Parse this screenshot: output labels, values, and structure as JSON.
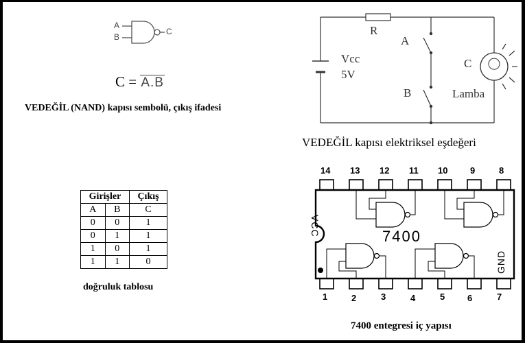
{
  "symbol": {
    "input_a": "A",
    "input_b": "B",
    "output": "C",
    "expr_lhs": "C =",
    "expr_rhs": "A.B",
    "caption": "VEDEĞİL (NAND) kapısı sembolü, çıkış ifadesi"
  },
  "circuit": {
    "resistor": "R",
    "switch_a": "A",
    "switch_b": "B",
    "vcc": "Vcc",
    "voltage": "5V",
    "lamp_node": "C",
    "lamp": "Lamba",
    "caption": "VEDEĞİL kapısı elektriksel eşdeğeri"
  },
  "truth_table": {
    "group_inputs": "Girişler",
    "group_output": "Çıkış",
    "headers": [
      "A",
      "B",
      "C"
    ],
    "rows": [
      [
        "0",
        "0",
        "1"
      ],
      [
        "0",
        "1",
        "1"
      ],
      [
        "1",
        "0",
        "1"
      ],
      [
        "1",
        "1",
        "0"
      ]
    ],
    "caption": "doğruluk tablosu"
  },
  "ic": {
    "top_pins": [
      "14",
      "13",
      "12",
      "11",
      "10",
      "9",
      "8"
    ],
    "bottom_pins": [
      "1",
      "2",
      "3",
      "4",
      "5",
      "6",
      "7"
    ],
    "vcc_label": "VCC",
    "gnd_label": "GND",
    "part": "7400",
    "caption": "7400 entegresi iç yapısı"
  }
}
